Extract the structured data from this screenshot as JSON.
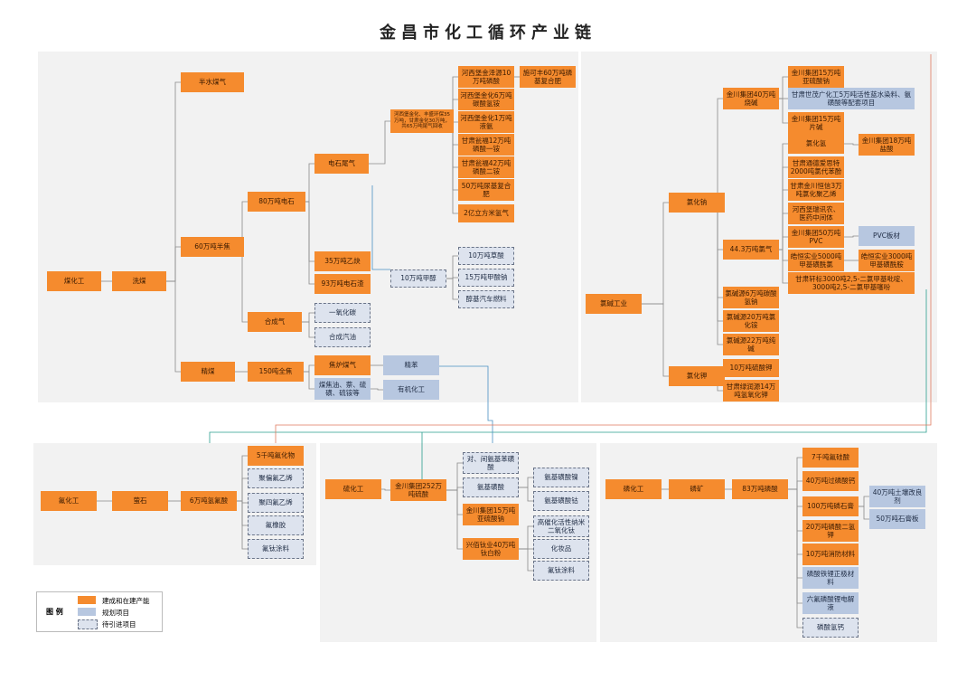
{
  "title": "金昌市化工循环产业链",
  "legend": {
    "title": "图 例",
    "items": [
      {
        "label": "建成和在建产能",
        "type": "built"
      },
      {
        "label": "规划项目",
        "type": "planned"
      },
      {
        "label": "待引进项目",
        "type": "todo"
      }
    ]
  },
  "colors": {
    "built": "#f58b2e",
    "planned": "#b7c7e0",
    "todo": "#dde3ee",
    "panel": "#f2f2f2"
  },
  "nodes": {
    "mhg": {
      "text": "煤化工",
      "type": "built"
    },
    "xm": {
      "text": "洗煤",
      "type": "built"
    },
    "bsmq": {
      "text": "半水煤气",
      "type": "built"
    },
    "bj": {
      "text": "60万吨半焦",
      "type": "built"
    },
    "jm": {
      "text": "精煤",
      "type": "built"
    },
    "dianshi": {
      "text": "80万吨电石",
      "type": "built"
    },
    "hcq": {
      "text": "合成气",
      "type": "built"
    },
    "quanjiao": {
      "text": "150吨全焦",
      "type": "built"
    },
    "dswq": {
      "text": "电石尾气",
      "type": "built"
    },
    "yique": {
      "text": "35万吨乙炔",
      "type": "built"
    },
    "dsz": {
      "text": "93万吨电石渣",
      "type": "built"
    },
    "yyht": {
      "text": "一氧化碳",
      "type": "todo"
    },
    "hcqy": {
      "text": "合成汽油",
      "type": "todo"
    },
    "jlmq": {
      "text": "焦炉煤气",
      "type": "built"
    },
    "mjy": {
      "text": "煤焦油、萘、硫磺、硫铵等",
      "type": "planned"
    },
    "jb": {
      "text": "精苯",
      "type": "planned"
    },
    "yjhg": {
      "text": "有机化工",
      "type": "planned"
    },
    "hxb": {
      "text": "河西堡金化、丰盛环保35万吨，甘肃金化30万吨，共65万吨尾气回收",
      "type": "built"
    },
    "lsuan": {
      "text": "河西堡金泽源10万吨磷酸",
      "type": "built"
    },
    "skf": {
      "text": "施可丰60万吨磷基复合肥",
      "type": "built"
    },
    "tsqa": {
      "text": "河西堡金化6万吨碳酸氢铵",
      "type": "built"
    },
    "ya": {
      "text": "河西堡金化1万吨液氨",
      "type": "built"
    },
    "lsya": {
      "text": "甘肃瓮福12万吨磷酸一铵",
      "type": "built"
    },
    "lsea": {
      "text": "甘肃瓮福42万吨磷酸二铵",
      "type": "built"
    },
    "njf": {
      "text": "50万吨尿基复合肥",
      "type": "built"
    },
    "qq": {
      "text": "2亿立方米氢气",
      "type": "built"
    },
    "jc": {
      "text": "10万吨甲醇",
      "type": "todo"
    },
    "cs": {
      "text": "10万吨草酸",
      "type": "todo"
    },
    "jsn": {
      "text": "15万吨甲酸钠",
      "type": "todo"
    },
    "cjrl": {
      "text": "醇基汽车燃料",
      "type": "todo"
    },
    "ljgy": {
      "text": "氯碱工业",
      "type": "built"
    },
    "lhn": {
      "text": "氯化钠",
      "type": "built"
    },
    "lhj": {
      "text": "氯化钾",
      "type": "built"
    },
    "sj": {
      "text": "金川集团40万吨烧碱",
      "type": "built"
    },
    "lq": {
      "text": "44.3万吨氯气",
      "type": "built"
    },
    "tsqn": {
      "text": "氯碱源6万吨碳酸氢钠",
      "type": "built"
    },
    "lha": {
      "text": "氯碱源20万吨氯化铵",
      "type": "built"
    },
    "cj": {
      "text": "氯碱源22万吨纯碱",
      "type": "built"
    },
    "lsj": {
      "text": "10万吨硫酸钾",
      "type": "built"
    },
    "qyhj": {
      "text": "甘肃绿润源14万吨氢氧化钾",
      "type": "built"
    },
    "ylsn": {
      "text": "金川集团15万吨亚硫酸钠",
      "type": "built"
    },
    "smg": {
      "text": "甘肃世茂广化工5万吨活性蓝水染料、氨磺酸等配套项目",
      "type": "planned"
    },
    "pj": {
      "text": "金川集团15万吨片碱",
      "type": "built"
    },
    "lhq": {
      "text": "氯化氢",
      "type": "built"
    },
    "ys": {
      "text": "金川集团18万吨盐酸",
      "type": "built"
    },
    "ldbf": {
      "text": "甘肃通德爱思特2000吨氯代苯酚",
      "type": "built"
    },
    "lhjyx": {
      "text": "甘肃金川恒信3万吨氯化聚乙烯",
      "type": "built"
    },
    "zjt": {
      "text": "河西堡瑞讯农、医药中间体",
      "type": "built"
    },
    "pvc": {
      "text": "金川集团50万吨PVC",
      "type": "built"
    },
    "pvcbc": {
      "text": "PVC板材",
      "type": "planned"
    },
    "jjhxl": {
      "text": "皓恒实业5000吨甲基磺酰氯",
      "type": "built"
    },
    "jjhxa": {
      "text": "皓恒实业3000吨甲基磺酰胺",
      "type": "built"
    },
    "xb": {
      "text": "甘肃轩标3000吨2,5-二氯甲基吡啶、3000吨2,5-二氯甲基噻吩",
      "type": "built"
    },
    "fhg": {
      "text": "氟化工",
      "type": "built"
    },
    "ys2": {
      "text": "萤石",
      "type": "built"
    },
    "qfs": {
      "text": "6万吨氢氟酸",
      "type": "built"
    },
    "fhw": {
      "text": "5千吨氟化物",
      "type": "built"
    },
    "jpfyx": {
      "text": "聚偏氟乙烯",
      "type": "todo"
    },
    "jsfyx": {
      "text": "聚四氟乙烯",
      "type": "todo"
    },
    "fxj": {
      "text": "氟橡胶",
      "type": "todo"
    },
    "ftll1": {
      "text": "氟钛涂料",
      "type": "todo"
    },
    "lhg": {
      "text": "硫化工",
      "type": "built"
    },
    "liusuan": {
      "text": "金川集团252万吨硫酸",
      "type": "built"
    },
    "djab": {
      "text": "对、间氨基苯磺酸",
      "type": "todo"
    },
    "ajhs": {
      "text": "氨基磺酸",
      "type": "todo"
    },
    "ylsn2": {
      "text": "金川集团15万吨亚硫酸钠",
      "type": "built"
    },
    "tbf": {
      "text": "兴佰钛业40万吨钛白粉",
      "type": "built"
    },
    "ajnie": {
      "text": "氨基磺酸镍",
      "type": "todo"
    },
    "ajgu": {
      "text": "氨基磺酸钴",
      "type": "todo"
    },
    "nmtio2": {
      "text": "高催化活性纳米二氧化钛",
      "type": "todo"
    },
    "hzp": {
      "text": "化妆品",
      "type": "todo"
    },
    "ftll2": {
      "text": "氟钛涂料",
      "type": "todo"
    },
    "linhg": {
      "text": "磷化工",
      "type": "built"
    },
    "lk": {
      "text": "磷矿",
      "type": "built"
    },
    "linsuan": {
      "text": "83万吨磷酸",
      "type": "built"
    },
    "fgs": {
      "text": "7千吨氟硅酸",
      "type": "built"
    },
    "glsg": {
      "text": "40万吨过磷酸钙",
      "type": "built"
    },
    "lsg": {
      "text": "100万吨磷石膏",
      "type": "built"
    },
    "lseqj": {
      "text": "20万吨磷酸二氢钾",
      "type": "built"
    },
    "xfcl": {
      "text": "10万吨消防材料",
      "type": "built"
    },
    "lstl": {
      "text": "磷酸铁锂正极材料",
      "type": "planned"
    },
    "lflsl": {
      "text": "六氟磷酸锂电解液",
      "type": "planned"
    },
    "lsqg": {
      "text": "磷酸氢钙",
      "type": "todo"
    },
    "trgl": {
      "text": "40万吨土壤改良剂",
      "type": "planned"
    },
    "sgb": {
      "text": "50万吨石膏板",
      "type": "planned"
    }
  }
}
